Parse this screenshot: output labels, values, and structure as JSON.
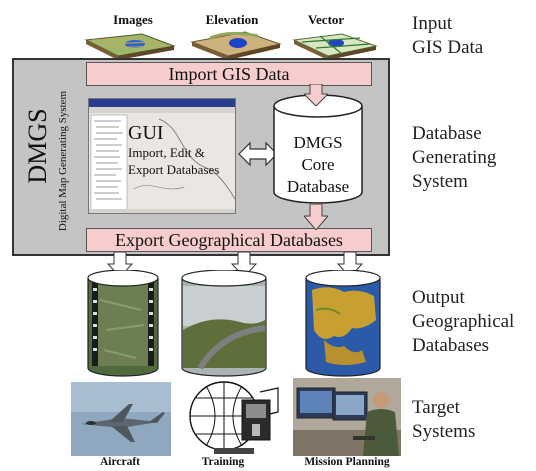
{
  "input_tiles": [
    "Images",
    "Elevation",
    "Vector"
  ],
  "side_labels": {
    "input": [
      "Input",
      "GIS Data"
    ],
    "database_generating": [
      "Database",
      "Generating",
      "System"
    ],
    "output": [
      "Output",
      "Geographical",
      "Databases"
    ],
    "target": [
      "Target",
      "Systems"
    ]
  },
  "dmgs": {
    "acronym": "DMGS",
    "full_name": "Digital Map Generating System"
  },
  "import_bar": "Import GIS Data",
  "export_bar": "Export Geographical Databases",
  "gui": {
    "title": "GUI",
    "line1": "Import, Edit &",
    "line2": "Export Databases"
  },
  "core_db": [
    "DMGS",
    "Core",
    "Database"
  ],
  "target_labels": [
    "Aircraft",
    "Training",
    "Mission Planning"
  ]
}
